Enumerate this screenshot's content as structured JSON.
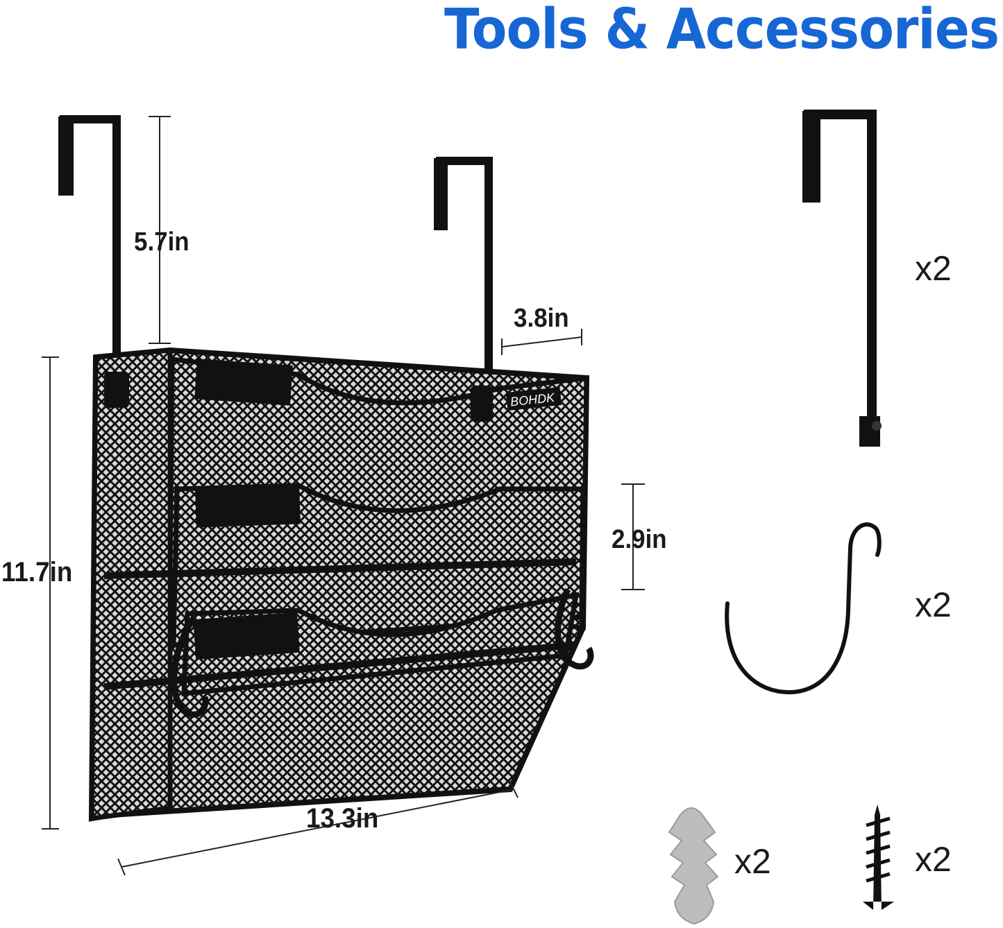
{
  "header": {
    "title": "Tools & Accessories"
  },
  "product": {
    "brand_label": "BOHDK",
    "dimensions": {
      "hook_height": "5.7in",
      "depth": "3.8in",
      "pocket_spacing": "2.9in",
      "height": "11.7in",
      "width": "13.3in"
    }
  },
  "accessories": [
    {
      "icon": "over-door-hanger-icon",
      "quantity": "x2"
    },
    {
      "icon": "s-hook-icon",
      "quantity": "x2"
    },
    {
      "icon": "wall-anchor-icon",
      "quantity": "x2"
    },
    {
      "icon": "screw-icon",
      "quantity": "x2"
    }
  ],
  "colors": {
    "title": "#1667d4",
    "product": "#111111",
    "anchor": "#bdbdbd"
  }
}
